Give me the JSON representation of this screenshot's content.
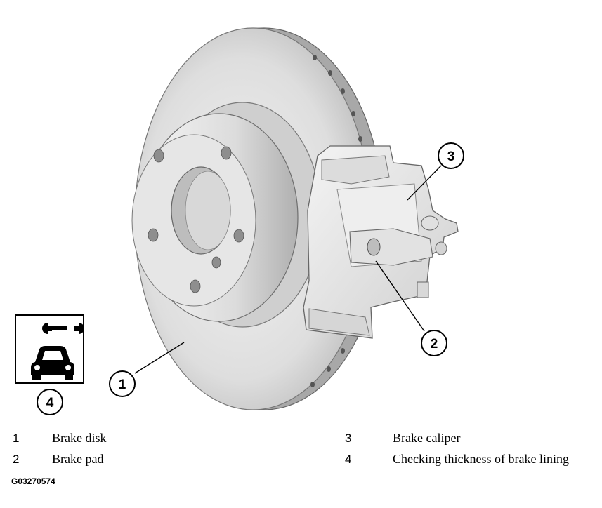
{
  "callouts": [
    {
      "number": "1"
    },
    {
      "number": "2"
    },
    {
      "number": "3"
    },
    {
      "number": "4"
    }
  ],
  "legend": [
    {
      "number": "1",
      "label": "Brake disk"
    },
    {
      "number": "2",
      "label": "Brake pad"
    },
    {
      "number": "3",
      "label": "Brake caliper"
    },
    {
      "number": "4",
      "label": "Checking thickness of brake lining"
    }
  ],
  "figure_code": "G03270574",
  "icon_names": [
    "wrench-icon",
    "car-icon"
  ],
  "colors": {
    "disc_light": "#e4e4e4",
    "disc_mid": "#c8c8c8",
    "disc_dark": "#9a9a9a",
    "caliper": "#e9e9e9"
  }
}
